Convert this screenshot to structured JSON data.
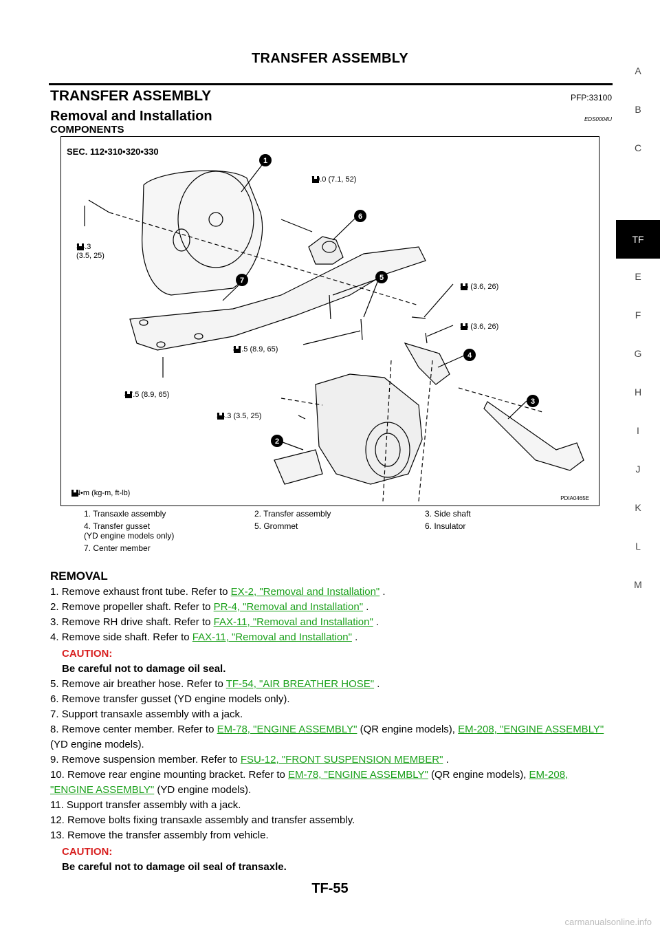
{
  "header": {
    "running_title": "TRANSFER ASSEMBLY"
  },
  "section": {
    "title": "TRANSFER ASSEMBLY",
    "pfp": "PFP:33100"
  },
  "subsection": {
    "title": "Removal and Installation",
    "code": "EDS0004U"
  },
  "components_heading": "COMPONENTS",
  "side_tabs": [
    "A",
    "B",
    "C",
    "TF",
    "E",
    "F",
    "G",
    "H",
    "I",
    "J",
    "K",
    "L",
    "M"
  ],
  "active_tab": "TF",
  "figure": {
    "sec": "SEC. 112•310•320•330",
    "callouts": [
      "1",
      "2",
      "3",
      "4",
      "5",
      "6",
      "7"
    ],
    "torques": {
      "t1": "70.0 (7.1, 52)",
      "t2a": "34.3",
      "t2b": "(3.5, 25)",
      "t3": "35 (3.6, 26)",
      "t4": "35 (3.6, 26)",
      "t5": "87.5 (8.9, 65)",
      "t6": "87.5 (8.9, 65)",
      "t7": "34.3 (3.5, 25)"
    },
    "legend": ": N•m  (kg-m,  ft-lb)",
    "id": "PDIA0465E"
  },
  "parts": [
    [
      "1.  Transaxle assembly",
      "2.  Transfer assembly",
      "3.  Side shaft"
    ],
    [
      "4.  Transfer gusset\n     (YD engine models only)",
      "5.  Grommet",
      "6.  Insulator"
    ],
    [
      "7.  Center member",
      "",
      ""
    ]
  ],
  "removal": {
    "heading": "REMOVAL",
    "steps": [
      {
        "n": "1.",
        "text": "Remove exhaust front tube. Refer to ",
        "link": "EX-2, \"Removal and Installation\"",
        "after": " ."
      },
      {
        "n": "2.",
        "text": "Remove propeller shaft. Refer to ",
        "link": "PR-4, \"Removal and Installation\"",
        "after": " ."
      },
      {
        "n": "3.",
        "text": "Remove RH drive shaft. Refer to ",
        "link": "FAX-11, \"Removal and Installation\"",
        "after": " ."
      },
      {
        "n": "4.",
        "text": "Remove side shaft. Refer to ",
        "link": "FAX-11, \"Removal and Installation\"",
        "after": " ."
      },
      {
        "caution": "CAUTION:",
        "caution_text": "Be careful not to damage oil seal."
      },
      {
        "n": "5.",
        "text": "Remove air breather hose. Refer to ",
        "link": "TF-54, \"AIR BREATHER HOSE\"",
        "after": " ."
      },
      {
        "n": "6.",
        "text": "Remove transfer gusset (YD engine models only).",
        "link": "",
        "after": ""
      },
      {
        "n": "7.",
        "text": "Support transaxle assembly with a jack.",
        "link": "",
        "after": ""
      },
      {
        "n": "8.",
        "text": "Remove center member. Refer to ",
        "link": "EM-78, \"ENGINE ASSEMBLY\"",
        "after": "  (QR engine models), ",
        "link2": "EM-208, \"ENGINE ASSEMBLY\"",
        "after2": "  (YD engine models)."
      },
      {
        "n": "9.",
        "text": "Remove suspension member. Refer to ",
        "link": "FSU-12, \"FRONT SUSPENSION MEMBER\"",
        "after": " ."
      },
      {
        "n": "10.",
        "text": "Remove rear engine mounting bracket. Refer to ",
        "link": "EM-78, \"ENGINE ASSEMBLY\"",
        "after": "  (QR engine models), ",
        "link2": "EM-208, \"ENGINE ASSEMBLY\"",
        "after2": "  (YD engine models)."
      },
      {
        "n": "11.",
        "text": "Support transfer assembly with a jack.",
        "link": "",
        "after": ""
      },
      {
        "n": "12.",
        "text": "Remove bolts fixing transaxle assembly and transfer assembly.",
        "link": "",
        "after": ""
      },
      {
        "n": "13.",
        "text": "Remove the transfer assembly from vehicle.",
        "link": "",
        "after": ""
      },
      {
        "caution": "CAUTION:",
        "caution_text": "Be careful not to damage oil seal of transaxle."
      }
    ]
  },
  "page_number": "TF-55",
  "watermark": "carmanualsonline.info",
  "colors": {
    "link": "#1aa01a",
    "caution": "#d82020"
  }
}
